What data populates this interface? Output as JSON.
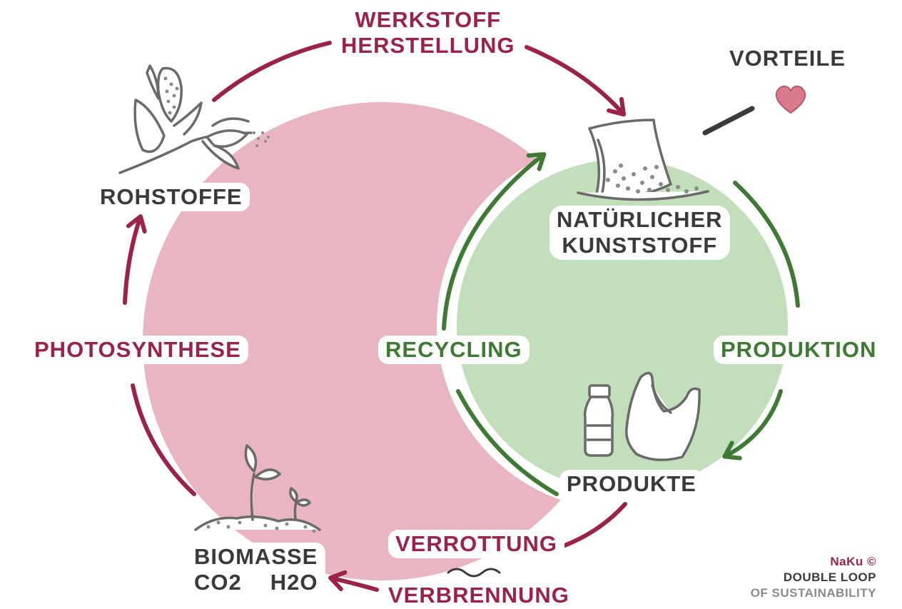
{
  "labels": {
    "werkstoff_line1": "WERKSTOFF",
    "werkstoff_line2": "HERSTELLUNG",
    "vorteile": "VORTEILE",
    "rohstoffe": "ROHSTOFFE",
    "natuerlicher_line1": "NATÜRLICHER",
    "natuerlicher_line2": "KUNSTSTOFF",
    "photosynthese": "PHOTOSYNTHESE",
    "recycling": "RECYCLING",
    "produktion": "PRODUKTION",
    "produkte": "PRODUKTE",
    "biomasse_line1": "BIOMASSE",
    "biomasse_co2": "CO2",
    "biomasse_h2o": "H2O",
    "verrottung": "VERROTTUNG",
    "verbrennung": "VERBRENNUNG"
  },
  "credit": {
    "line1": "NaKu ©",
    "line2": "DOUBLE LOOP",
    "line3": "OF SUSTAINABILITY"
  },
  "colors": {
    "outer_loop_fill": "#e8b5c1",
    "inner_loop_fill": "#c3deba",
    "outer_loop_arrow": "#9b2349",
    "inner_loop_arrow": "#3f7a35",
    "text_dark": "#3a3a3a",
    "heart": "#d97a8a"
  },
  "icons": [
    "corn-plant-icon",
    "granulate-sack-icon",
    "heart-icon",
    "bottle-icon",
    "plastic-bag-icon",
    "seedling-icon",
    "wave-icon"
  ]
}
